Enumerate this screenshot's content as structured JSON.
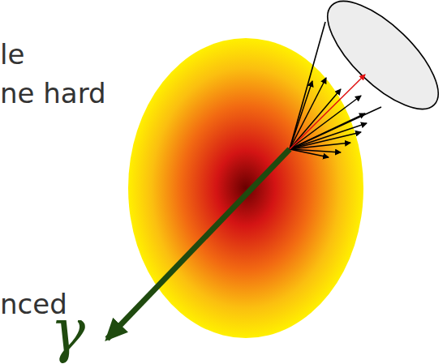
{
  "diagram": {
    "labels": [
      "le",
      "ne hard",
      "nced",
      "γ"
    ]
  }
}
